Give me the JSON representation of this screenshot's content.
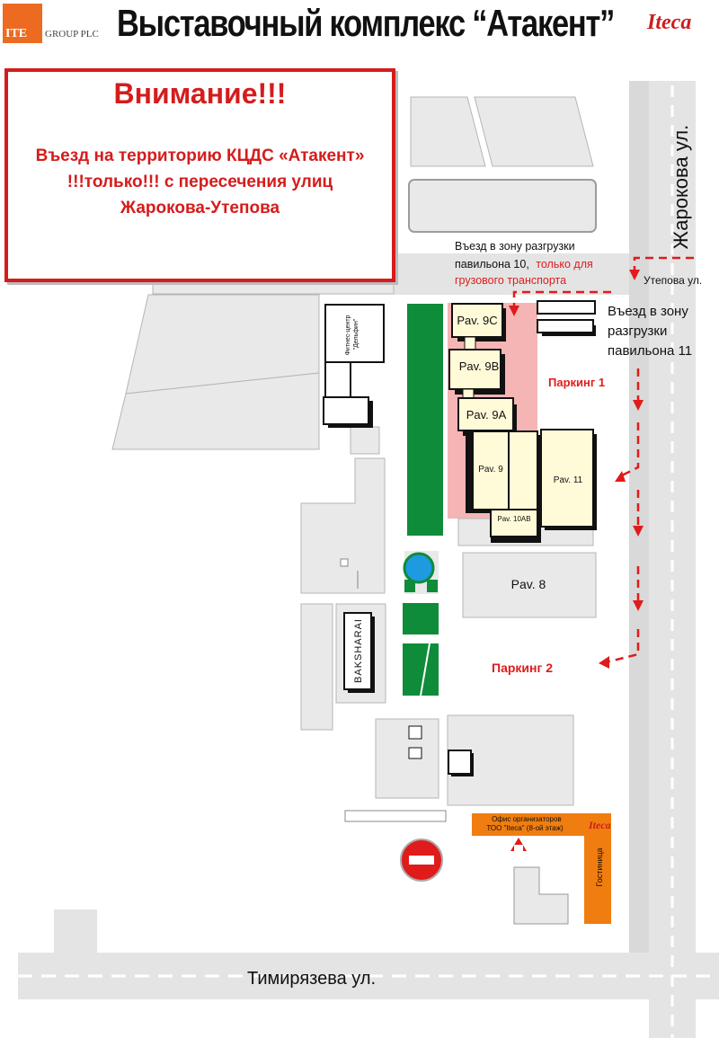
{
  "header": {
    "ite_logo_text": "ITE",
    "group_text": "GROUP PLC",
    "title": "Выставочный комплекс “Атакент”",
    "iteca_logo_text": "Iteca"
  },
  "notice": {
    "title": "Внимание!!!",
    "text": "Въезд на территорию КЦДС «Атакент»\n!!!только!!! с пересечения улиц\nЖарокова-Утепова"
  },
  "streets": {
    "zharokova": "Жарокова ул.",
    "utepova": "Утепова ул.",
    "timiryazeva": "Тимирязева ул."
  },
  "unloading": {
    "pav10_line1": "Въезд в зону разгрузки",
    "pav10_line2_black": "павильона 10,",
    "pav10_line2_red": "только для",
    "pav10_line3_red": "грузового транспорта",
    "pav11_line1": "Въезд в зону",
    "pav11_line2": "разгрузки",
    "pav11_line3": "павильона 11"
  },
  "parking": {
    "p1": "Паркинг 1",
    "p2": "Паркинг 2"
  },
  "pavilions": {
    "pav9c": "Pav. 9C",
    "pav9b": "Pav. 9B",
    "pav9a": "Pav. 9A",
    "pav9": "Pav. 9",
    "pav10ab": "Pav. 10AB",
    "pav11": "Pav. 11",
    "pav8": "Pav. 8"
  },
  "buildings": {
    "fitness_line1": "Фитнес-центр",
    "fitness_line2": "\"Дельфин\"",
    "baksharai": "BAKSHARAI",
    "office_line1": "Офис организаторов",
    "office_line2": "ТОО \"Iteca\" (8-ой этаж)",
    "office_logo": "Iteca",
    "hotel": "Гостиница"
  },
  "colors": {
    "road": "#e4e4e4",
    "block": "#e9e9e9",
    "block_stroke": "#b5b5b5",
    "green": "#0e8c39",
    "pavilion": "#fffbd9",
    "parking_zone": "#f6b5b5",
    "orange": "#f07d0f",
    "red": "#e01b1b",
    "blue": "#1d9ae0"
  }
}
